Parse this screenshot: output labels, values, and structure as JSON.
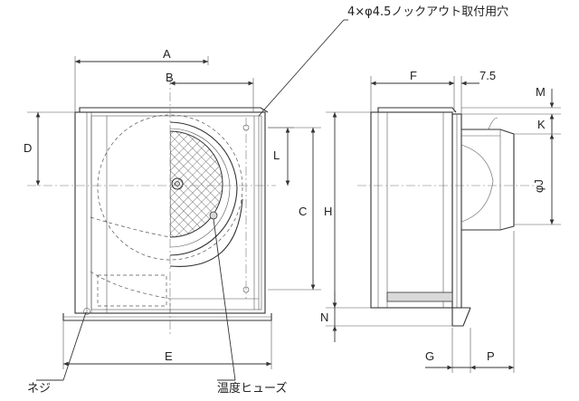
{
  "notes": {
    "knockout": "4×φ4.5ノックアウト取付用穴",
    "screw": "ネジ",
    "fuse": "温度ヒューズ"
  },
  "dims": {
    "A": "A",
    "B": "B",
    "C": "C",
    "D": "D",
    "E": "E",
    "F": "F",
    "G": "G",
    "H": "H",
    "J": "φJ",
    "K": "K",
    "L": "L",
    "M": "M",
    "N": "N",
    "P": "P",
    "offset": "7.5"
  }
}
